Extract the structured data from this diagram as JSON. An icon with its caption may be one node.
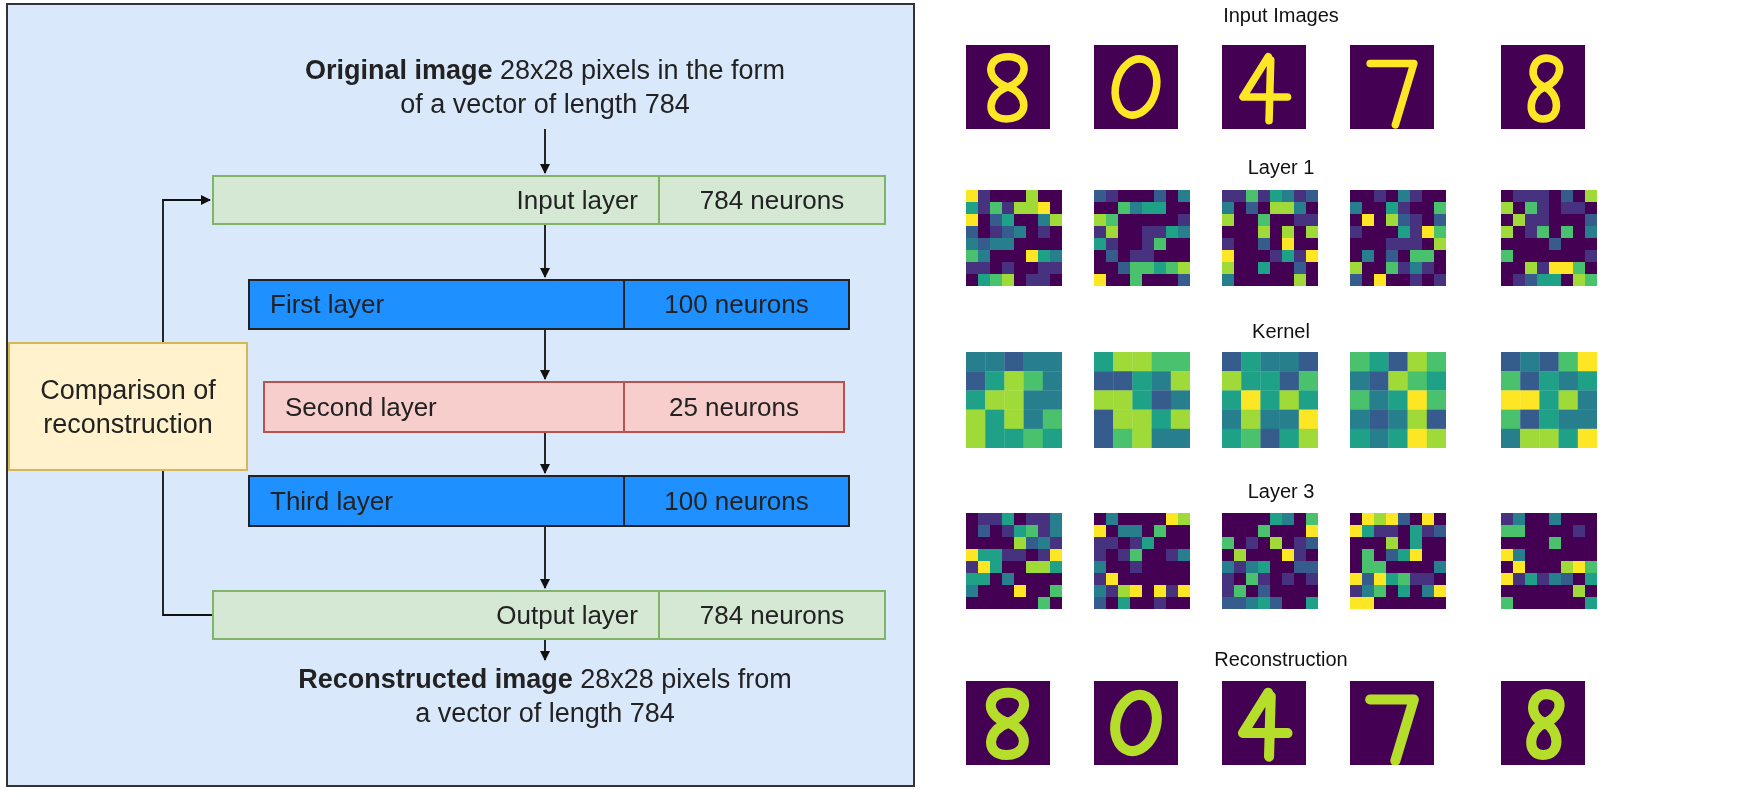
{
  "diagram": {
    "nodes": [
      {
        "text": [],
        "shape": "box"
      },
      {
        "text": [
          "**Original image** 28x28 pixels in the form of a vector of length 784"
        ],
        "in": 0
      },
      {
        "text": [
          "Input layer",
          "784 neurons"
        ],
        "in": 0
      },
      {
        "text": [
          "First layer",
          "100 neurons"
        ],
        "in": 0
      },
      {
        "text": [
          "Second layer",
          "25 neurons"
        ],
        "in": 0
      },
      {
        "text": [
          "Third layer",
          "100 neurons"
        ],
        "in": 0
      },
      {
        "text": [
          "Output layer",
          "784 neurons"
        ],
        "in": 0
      },
      {
        "text": [
          "**Reconstructed image** 28x28 pixels from a vector of length 784"
        ],
        "in": 0
      },
      {
        "text": [
          "Comparison of reconstruction"
        ],
        "in": 0
      }
    ],
    "edges": [
      {
        "from": 1,
        "to": 2,
        "arrow": "to"
      },
      {
        "from": 2,
        "to": 3,
        "arrow": "to"
      },
      {
        "from": 3,
        "to": 4,
        "arrow": "to"
      },
      {
        "from": 4,
        "to": 5,
        "arrow": "to"
      },
      {
        "from": 5,
        "to": 6,
        "arrow": "to"
      },
      {
        "from": 6,
        "to": 7,
        "arrow": "to"
      },
      {
        "from": 6,
        "to": 8,
        "arrow": "none"
      },
      {
        "from": 8,
        "to": 2,
        "arrow": "to"
      }
    ],
    "labels": [
      "Input Images",
      "Layer 1",
      "Kernel",
      "Layer 3",
      "Reconstruction"
    ]
  }
}
